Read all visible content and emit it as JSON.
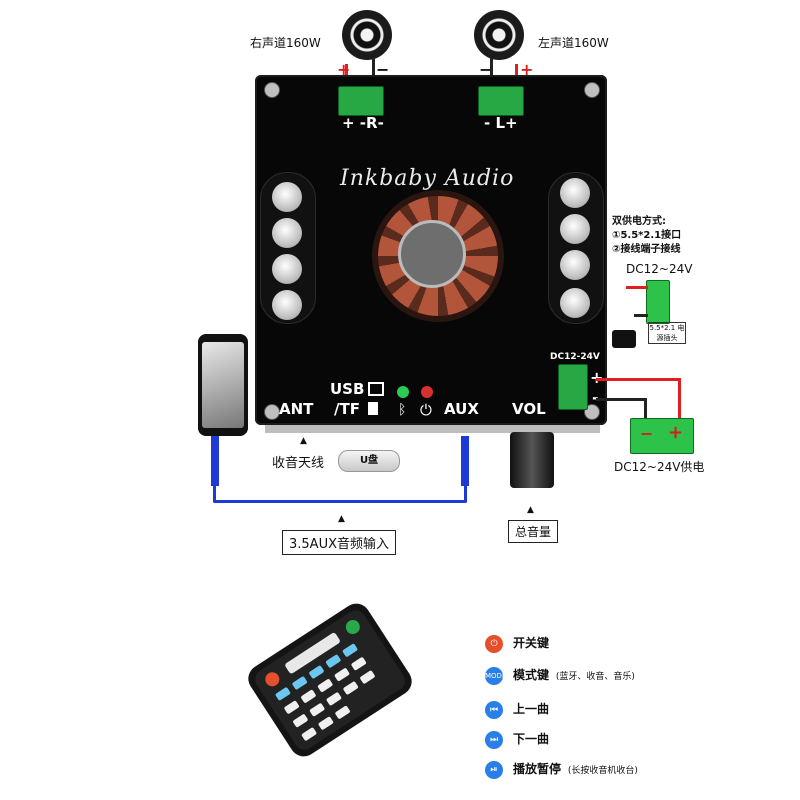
{
  "speakers": {
    "right": {
      "label": "右声道160W",
      "plus": "+",
      "minus": "−",
      "board_label": "+ -R-"
    },
    "left": {
      "label": "左声道160W",
      "plus": "+",
      "minus": "−",
      "board_label": "- L+"
    }
  },
  "board": {
    "brand": "Inkbaby Audio",
    "usb": "USB",
    "tf": "/TF",
    "ant": "ANT",
    "aux": "AUX",
    "vol": "VOL",
    "dc_label": "DC12-24V",
    "dc_plus": "+",
    "dc_minus": "-"
  },
  "power": {
    "title": "双供电方式:",
    "option1": "①5.5*2.1接口",
    "option2": "②接线端子接线",
    "adapter_label": "DC12~24V",
    "jack_label": "5.5*2.1 电源插头",
    "battery_label": "DC12~24V供电",
    "battery_minus": "−",
    "battery_plus": "+"
  },
  "callouts": {
    "antenna": "收音天线",
    "usb_drive": "U盘",
    "aux_input": "3.5AUX音频输入",
    "master_volume": "总音量"
  },
  "remote": {
    "legend": [
      {
        "icon": "power-icon",
        "color": "#e4502c",
        "text": "开关键"
      },
      {
        "icon": "mode-icon",
        "color": "#2a7ee8",
        "text": "模式键",
        "note": "(蓝牙、收音、音乐)"
      },
      {
        "icon": "previous-track-icon",
        "color": "#2a7ee8",
        "text": "上一曲"
      },
      {
        "icon": "next-track-icon",
        "color": "#2a7ee8",
        "text": "下一曲"
      },
      {
        "icon": "play-pause-icon",
        "color": "#2a7ee8",
        "text": "播放暂停",
        "note": "(长按收音机收台)"
      }
    ]
  }
}
